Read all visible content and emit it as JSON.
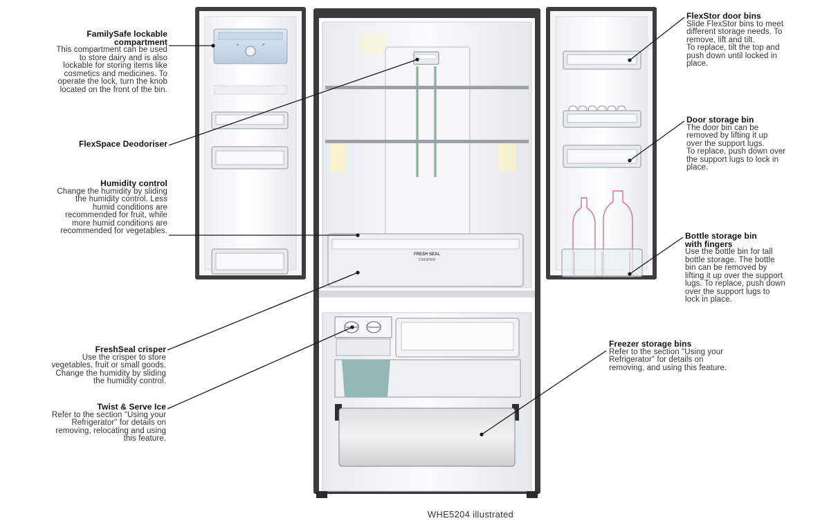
{
  "caption": "WHE5204 illustrated",
  "crisper_label_line1": "FRESH SEAL",
  "crisper_label_line2": "CRISPER",
  "callouts": {
    "familysafe": {
      "title": "FamilySafe lockable\ncompartment",
      "text": "This compartment can be used\nto store dairy and is also\nlockable for storing items like\ncosmetics and medicines. To\noperate the lock, turn the knob\nlocated on the front of the bin."
    },
    "deodoriser": {
      "title": "FlexSpace Deodoriser"
    },
    "humidity": {
      "title": "Humidity control",
      "text": "Change the humidity by sliding\nthe humidity control. Less\nhumid conditions are\nrecommended for fruit, while\nmore humid conditions are\nrecommended for vegetables."
    },
    "crisper": {
      "title": "FreshSeal crisper",
      "text": "Use the crisper to store\nvegetables, fruit or small goods.\nChange the humidity by sliding\nthe humidity control."
    },
    "ice": {
      "title": "Twist & Serve Ice",
      "text": "Refer to the section \"Using your\nRefrigerator\" for details on\nremoving, relocating and using\nthis feature."
    },
    "flexstor": {
      "title": "FlexStor door bins",
      "text": "Slide FlexStor bins to meet\ndifferent storage needs. To\nremove, lift and tilt.\nTo replace, tilt the top and\npush down until locked in\nplace."
    },
    "doorbin": {
      "title": "Door storage bin",
      "text": "The door bin can be\nremoved by lifting it up\nover the support lugs.\nTo replace, push down over\nthe support lugs to lock in\nplace."
    },
    "bottle": {
      "title": "Bottle storage bin\nwith fingers",
      "text": "Use the bottle bin for tall\nbottle storage. The bottle\nbin can be removed by\nlifting it up over the support\nlugs. To replace, push down\nover the support lugs to\nlock in place."
    },
    "freezer": {
      "title": "Freezer storage bins",
      "text": "Refer to the section \"Using your\nRefrigerator\" for details on\nremoving, and using this feature."
    }
  }
}
